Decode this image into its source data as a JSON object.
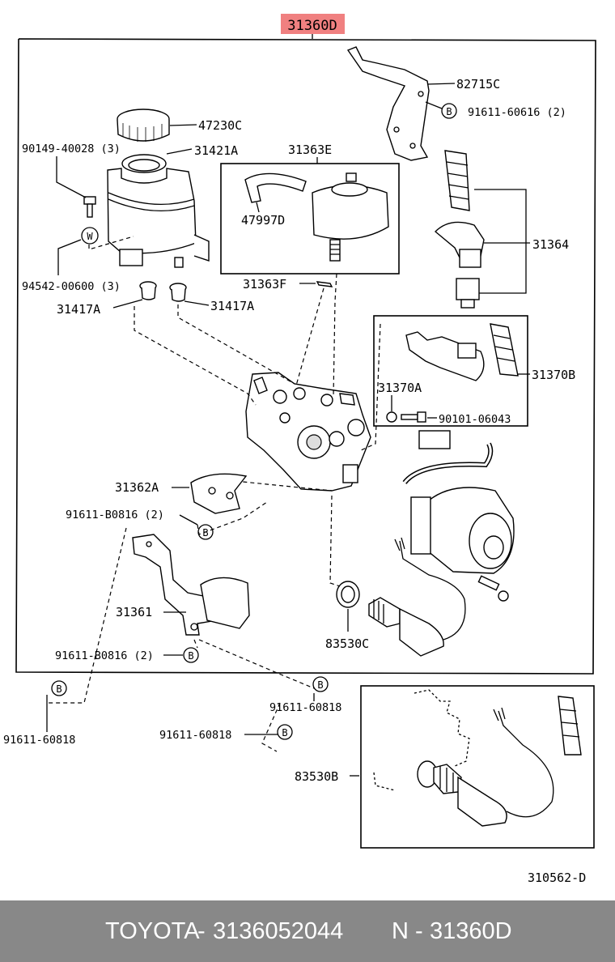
{
  "assembly": {
    "number": "31360D",
    "highlight_color": "#f08080"
  },
  "callouts": {
    "c82715C": "82715C",
    "c91611_60616": "91611-60616 (2)",
    "c47230C": "47230C",
    "c90149": "90149-40028 (3)",
    "c31421A": "31421A",
    "c31363E": "31363E",
    "c47997D": "47997D",
    "c31364": "31364",
    "c94542": "94542-00600 (3)",
    "c31363F": "31363F",
    "c31417A_l": "31417A",
    "c31417A_r": "31417A",
    "c31370B": "31370B",
    "c31370A": "31370A",
    "c90101": "90101-06043",
    "c31362A": "31362A",
    "c91611_B0816_top": "91611-B0816 (2)",
    "c31361": "31361",
    "c91611_B0816_bot": "91611-B0816 (2)",
    "c83530C": "83530C",
    "c91611_60818_mid": "91611-60818",
    "c91611_60818_left": "91611-60818",
    "c91611_60818_low": "91611-60818",
    "c83530B": "83530B"
  },
  "markers": {
    "bolt_b": "B",
    "washer_w": "W"
  },
  "diagram_ref": "310562-D",
  "footer": {
    "brand": "TOYOTA",
    "separator": " - ",
    "part_number": "3136052044",
    "variant_prefix": "N",
    "variant_code": "31360D"
  }
}
